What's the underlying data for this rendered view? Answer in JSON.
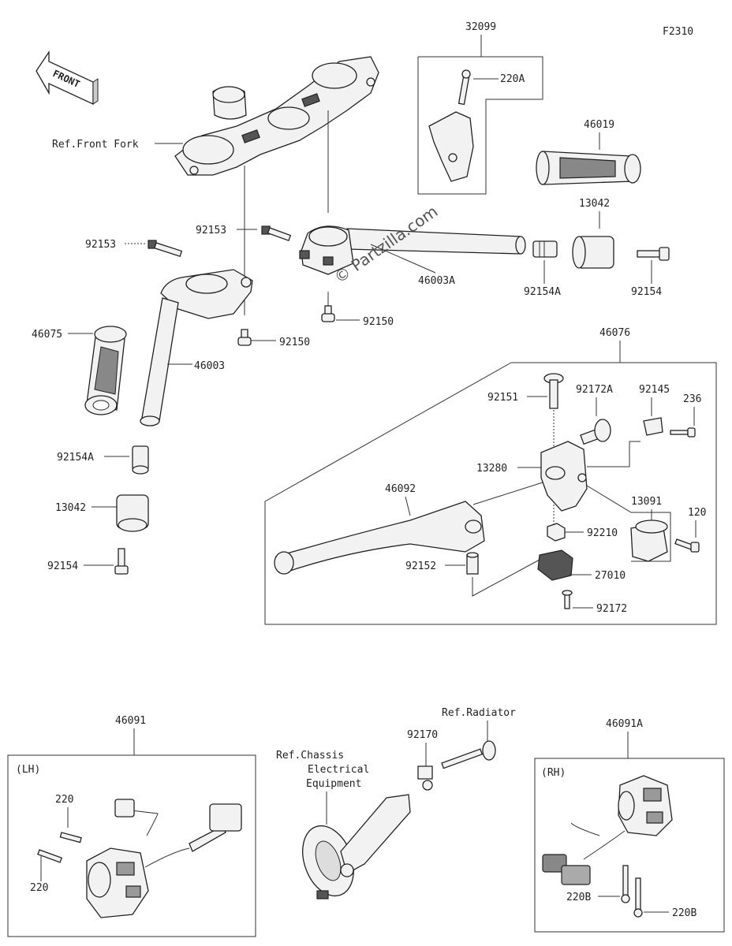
{
  "diagram_code": "F2310",
  "watermark": "© Partzilla.com",
  "front_arrow_label": "FRONT",
  "refs": {
    "front_fork": "Ref.Front Fork",
    "radiator": "Ref.Radiator",
    "chassis_1": "Ref.Chassis",
    "chassis_2": "Electrical",
    "chassis_3": "Equipment"
  },
  "sides": {
    "left": "(LH)",
    "right": "(RH)"
  },
  "parts": {
    "p32099": "32099",
    "p220A": "220A",
    "p46019": "46019",
    "p13042_r": "13042",
    "p92153_c": "92153",
    "p92153_l": "92153",
    "p46003A": "46003A",
    "p92154A_r": "92154A",
    "p92154_r": "92154",
    "p92150_c": "92150",
    "p92150_l": "92150",
    "p46075": "46075",
    "p46003": "46003",
    "p92154A_l": "92154A",
    "p13042_l": "13042",
    "p92154_l": "92154",
    "p46076": "46076",
    "p92151": "92151",
    "p92172A": "92172A",
    "p92145": "92145",
    "p236": "236",
    "p13280": "13280",
    "p46092": "46092",
    "p13091": "13091",
    "p120": "120",
    "p92210": "92210",
    "p92152": "92152",
    "p27010": "27010",
    "p92172": "92172",
    "p46091": "46091",
    "p220_a": "220",
    "p220_b": "220",
    "p92170": "92170",
    "p46091A": "46091A",
    "p220B_a": "220B",
    "p220B_b": "220B"
  }
}
